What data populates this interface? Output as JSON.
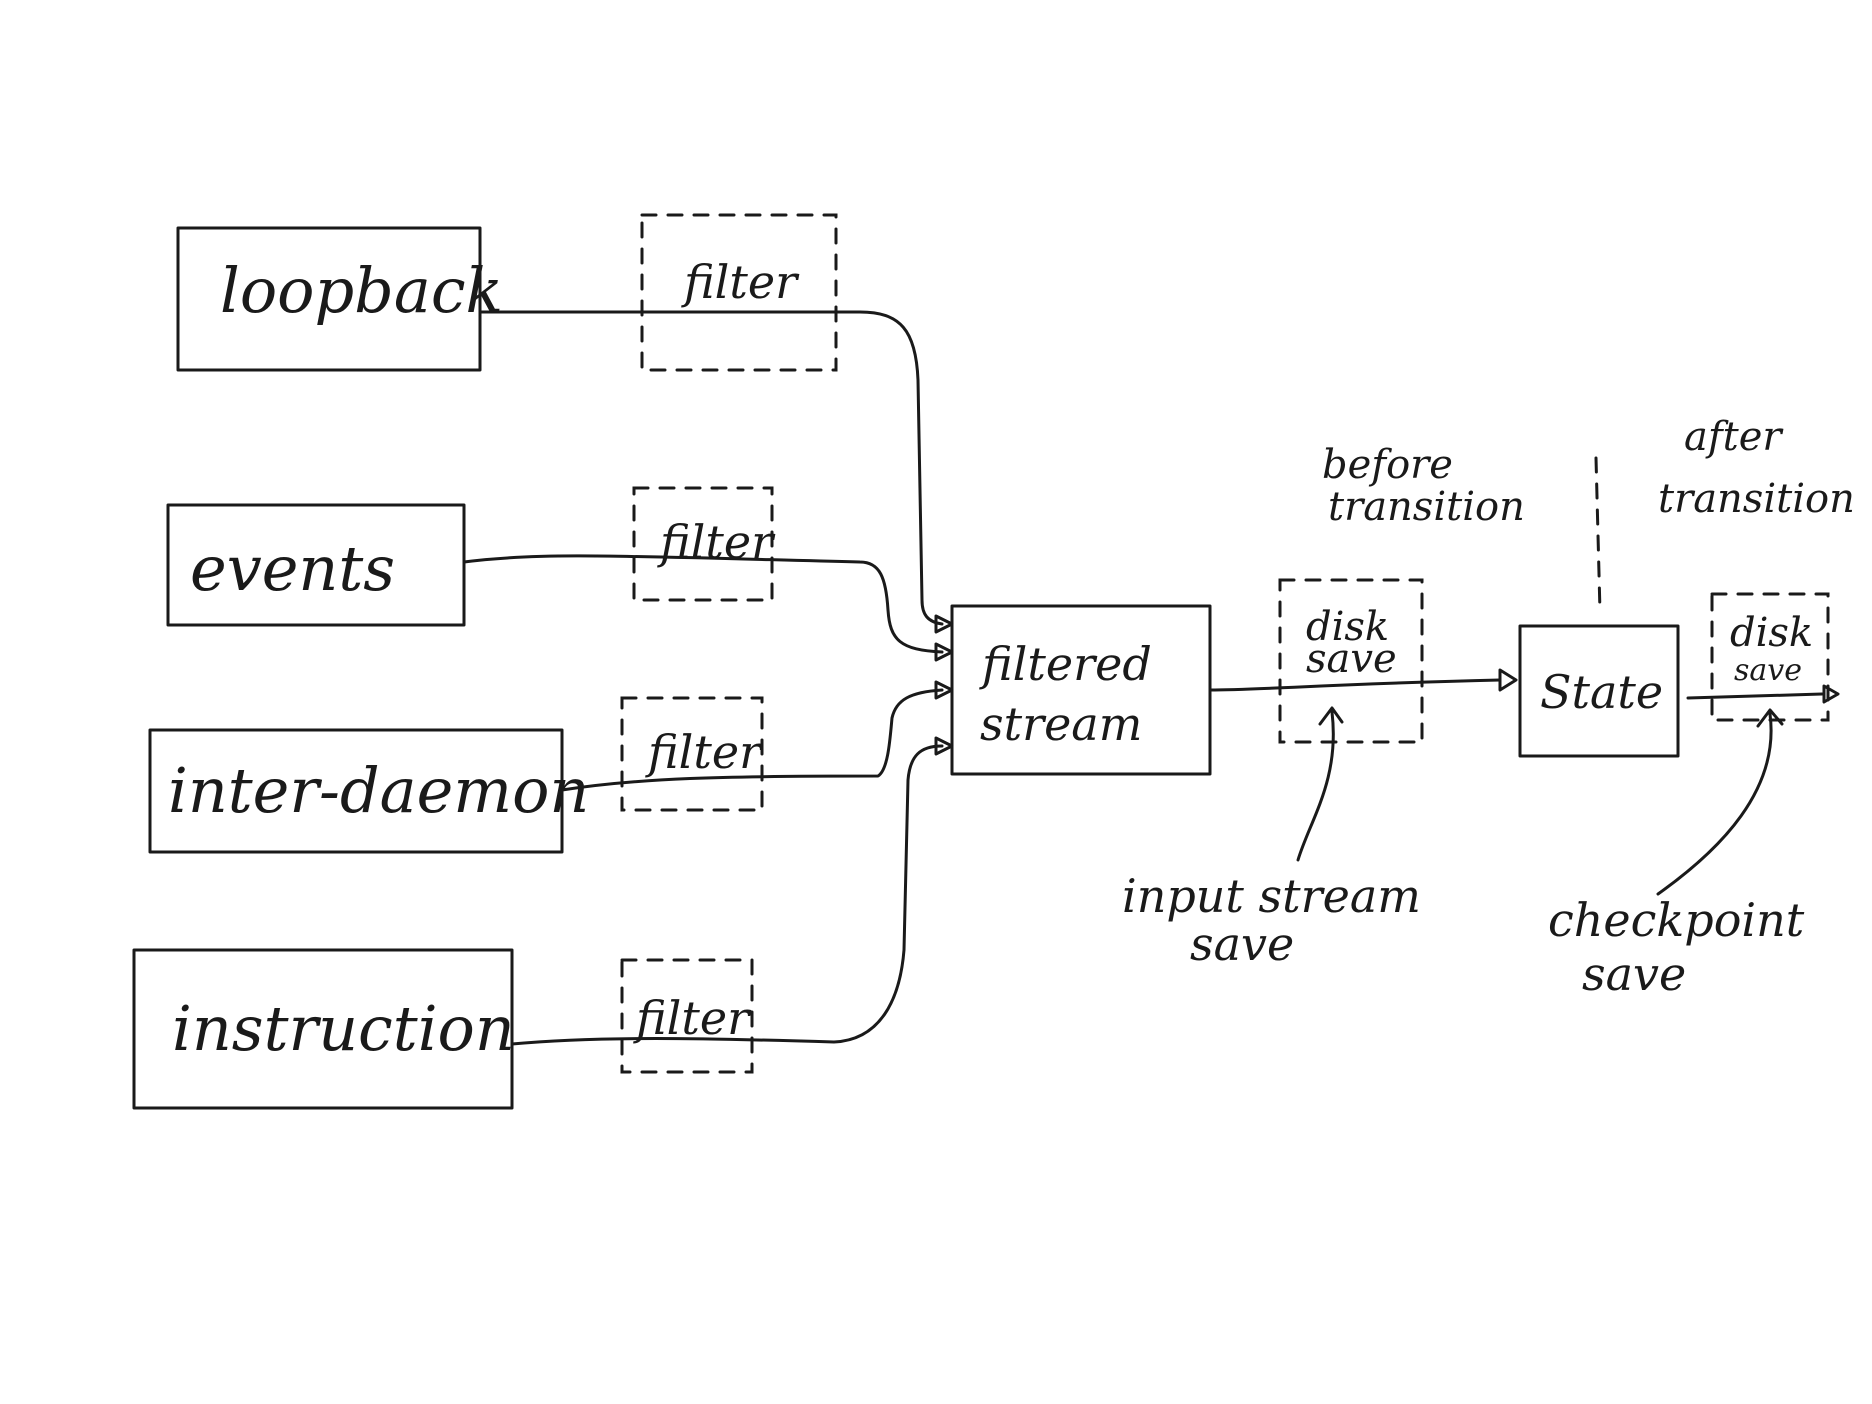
{
  "sources": [
    {
      "label": "loopback",
      "filter_label": "filter"
    },
    {
      "label": "events",
      "filter_label": "filter"
    },
    {
      "label": "inter-daemon",
      "filter_label": "filter"
    },
    {
      "label": "instruction",
      "filter_label": "filter"
    }
  ],
  "merge_node": {
    "line1": "filtered",
    "line2": "stream"
  },
  "disk_save_1": {
    "line1": "disk",
    "line2": "save"
  },
  "state_node": {
    "label": "State"
  },
  "disk_save_2": {
    "line1": "disk",
    "line2": "save"
  },
  "annotations": {
    "before_transition": {
      "line1": "before",
      "line2": "transition"
    },
    "after_transition": {
      "line1": "after",
      "line2": "transition"
    },
    "input_stream_save": {
      "line1": "input stream",
      "line2": "save"
    },
    "checkpoint_save": {
      "line1": "checkpoint",
      "line2": "save"
    }
  }
}
